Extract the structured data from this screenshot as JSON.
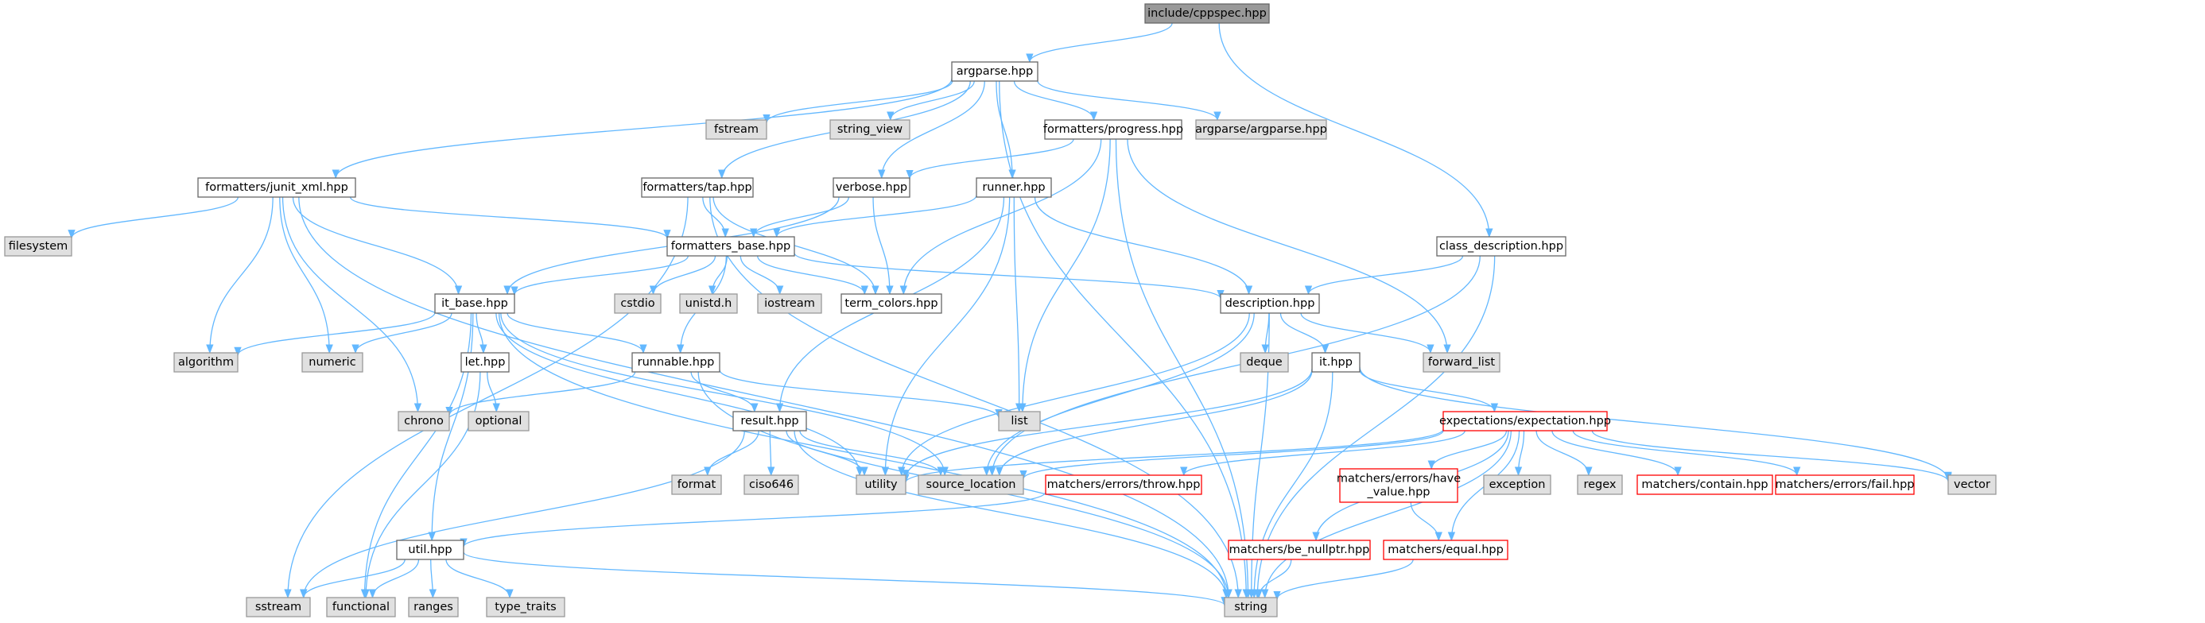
{
  "graph": {
    "edge_color": "#63b8ff",
    "nodes": {
      "root": {
        "label": "include/cppspec.hpp",
        "style": "dark"
      },
      "argparse": {
        "label": "argparse.hpp",
        "style": "white"
      },
      "fstream": {
        "label": "fstream",
        "style": "gray"
      },
      "string_view": {
        "label": "string_view",
        "style": "gray"
      },
      "fprogress": {
        "label": "formatters/progress.hpp",
        "style": "white"
      },
      "argparse_arg": {
        "label": "argparse/argparse.hpp",
        "style": "gray"
      },
      "junit": {
        "label": "formatters/junit_xml.hpp",
        "style": "white"
      },
      "tap": {
        "label": "formatters/tap.hpp",
        "style": "white"
      },
      "verbose": {
        "label": "verbose.hpp",
        "style": "white"
      },
      "runner": {
        "label": "runner.hpp",
        "style": "white"
      },
      "class_desc": {
        "label": "class_description.hpp",
        "style": "white"
      },
      "filesystem": {
        "label": "filesystem",
        "style": "gray"
      },
      "fbase": {
        "label": "formatters_base.hpp",
        "style": "white"
      },
      "description": {
        "label": "description.hpp",
        "style": "white"
      },
      "it_base": {
        "label": "it_base.hpp",
        "style": "white"
      },
      "cstdio": {
        "label": "cstdio",
        "style": "gray"
      },
      "unistd": {
        "label": "unistd.h",
        "style": "gray"
      },
      "iostream": {
        "label": "iostream",
        "style": "gray"
      },
      "term_colors": {
        "label": "term_colors.hpp",
        "style": "white"
      },
      "deque": {
        "label": "deque",
        "style": "gray"
      },
      "it": {
        "label": "it.hpp",
        "style": "white"
      },
      "forward_list": {
        "label": "forward_list",
        "style": "gray"
      },
      "algorithm": {
        "label": "algorithm",
        "style": "gray"
      },
      "numeric": {
        "label": "numeric",
        "style": "gray"
      },
      "let": {
        "label": "let.hpp",
        "style": "white"
      },
      "runnable": {
        "label": "runnable.hpp",
        "style": "white"
      },
      "chrono": {
        "label": "chrono",
        "style": "gray"
      },
      "optional": {
        "label": "optional",
        "style": "gray"
      },
      "list": {
        "label": "list",
        "style": "gray"
      },
      "result": {
        "label": "result.hpp",
        "style": "white"
      },
      "expectation": {
        "label": "expectations/expectation.hpp",
        "style": "red"
      },
      "format": {
        "label": "format",
        "style": "gray"
      },
      "ciso646": {
        "label": "ciso646",
        "style": "gray"
      },
      "utility": {
        "label": "utility",
        "style": "gray"
      },
      "source_location": {
        "label": "source_location",
        "style": "gray"
      },
      "throw": {
        "label": "matchers/errors/throw.hpp",
        "style": "red"
      },
      "have_value": {
        "label": [
          "matchers/errors/have",
          "_value.hpp"
        ],
        "style": "red"
      },
      "exception": {
        "label": "exception",
        "style": "gray"
      },
      "regex": {
        "label": "regex",
        "style": "gray"
      },
      "contain": {
        "label": "matchers/contain.hpp",
        "style": "red"
      },
      "fail": {
        "label": "matchers/errors/fail.hpp",
        "style": "red"
      },
      "vector": {
        "label": "vector",
        "style": "gray"
      },
      "util": {
        "label": "util.hpp",
        "style": "white"
      },
      "be_nullptr": {
        "label": "matchers/be_nullptr.hpp",
        "style": "red"
      },
      "equal": {
        "label": "matchers/equal.hpp",
        "style": "red"
      },
      "sstream": {
        "label": "sstream",
        "style": "gray"
      },
      "functional": {
        "label": "functional",
        "style": "gray"
      },
      "ranges": {
        "label": "ranges",
        "style": "gray"
      },
      "type_traits": {
        "label": "type_traits",
        "style": "gray"
      },
      "string": {
        "label": "string",
        "style": "gray"
      }
    },
    "edges": [
      [
        "root",
        "argparse"
      ],
      [
        "root",
        "class_desc"
      ],
      [
        "argparse",
        "fstream"
      ],
      [
        "argparse",
        "string_view"
      ],
      [
        "argparse",
        "fprogress"
      ],
      [
        "argparse",
        "argparse_arg"
      ],
      [
        "argparse",
        "junit"
      ],
      [
        "argparse",
        "tap"
      ],
      [
        "argparse",
        "verbose"
      ],
      [
        "argparse",
        "runner"
      ],
      [
        "argparse",
        "string"
      ],
      [
        "fprogress",
        "verbose"
      ],
      [
        "fprogress",
        "term_colors"
      ],
      [
        "fprogress",
        "list"
      ],
      [
        "fprogress",
        "forward_list"
      ],
      [
        "fprogress",
        "string"
      ],
      [
        "junit",
        "filesystem"
      ],
      [
        "junit",
        "fbase"
      ],
      [
        "junit",
        "it_base"
      ],
      [
        "junit",
        "chrono"
      ],
      [
        "junit",
        "algorithm"
      ],
      [
        "junit",
        "numeric"
      ],
      [
        "junit",
        "string"
      ],
      [
        "tap",
        "fbase"
      ],
      [
        "tap",
        "term_colors"
      ],
      [
        "tap",
        "sstream"
      ],
      [
        "tap",
        "string"
      ],
      [
        "verbose",
        "fbase"
      ],
      [
        "verbose",
        "term_colors"
      ],
      [
        "verbose",
        "it_base"
      ],
      [
        "runner",
        "fbase"
      ],
      [
        "runner",
        "description"
      ],
      [
        "runner",
        "list"
      ],
      [
        "runner",
        "result"
      ],
      [
        "runner",
        "utility"
      ],
      [
        "class_desc",
        "description"
      ],
      [
        "class_desc",
        "source_location"
      ],
      [
        "class_desc",
        "string"
      ],
      [
        "fbase",
        "cstdio"
      ],
      [
        "fbase",
        "unistd"
      ],
      [
        "fbase",
        "iostream"
      ],
      [
        "fbase",
        "term_colors"
      ],
      [
        "fbase",
        "description"
      ],
      [
        "fbase",
        "it_base"
      ],
      [
        "fbase",
        "runnable"
      ],
      [
        "description",
        "deque"
      ],
      [
        "description",
        "forward_list"
      ],
      [
        "description",
        "it"
      ],
      [
        "description",
        "utility"
      ],
      [
        "description",
        "source_location"
      ],
      [
        "description",
        "string"
      ],
      [
        "it",
        "expectation"
      ],
      [
        "it",
        "vector"
      ],
      [
        "it",
        "utility"
      ],
      [
        "it",
        "source_location"
      ],
      [
        "it",
        "string"
      ],
      [
        "it_base",
        "algorithm"
      ],
      [
        "it_base",
        "numeric"
      ],
      [
        "it_base",
        "let"
      ],
      [
        "it_base",
        "runnable"
      ],
      [
        "it_base",
        "functional"
      ],
      [
        "it_base",
        "util"
      ],
      [
        "it_base",
        "string"
      ],
      [
        "it_base",
        "utility"
      ],
      [
        "it_base",
        "source_location"
      ],
      [
        "let",
        "optional"
      ],
      [
        "let",
        "functional"
      ],
      [
        "runnable",
        "chrono"
      ],
      [
        "runnable",
        "list"
      ],
      [
        "runnable",
        "result"
      ],
      [
        "runnable",
        "string"
      ],
      [
        "result",
        "format"
      ],
      [
        "result",
        "ciso646"
      ],
      [
        "result",
        "utility"
      ],
      [
        "result",
        "source_location"
      ],
      [
        "result",
        "sstream"
      ],
      [
        "result",
        "string"
      ],
      [
        "expectation",
        "utility"
      ],
      [
        "expectation",
        "source_location"
      ],
      [
        "expectation",
        "throw"
      ],
      [
        "expectation",
        "have_value"
      ],
      [
        "expectation",
        "exception"
      ],
      [
        "expectation",
        "regex"
      ],
      [
        "expectation",
        "contain"
      ],
      [
        "expectation",
        "fail"
      ],
      [
        "expectation",
        "vector"
      ],
      [
        "expectation",
        "be_nullptr"
      ],
      [
        "expectation",
        "equal"
      ],
      [
        "expectation",
        "string"
      ],
      [
        "throw",
        "util"
      ],
      [
        "have_value",
        "equal"
      ],
      [
        "be_nullptr",
        "string"
      ],
      [
        "equal",
        "string"
      ],
      [
        "util",
        "sstream"
      ],
      [
        "util",
        "functional"
      ],
      [
        "util",
        "ranges"
      ],
      [
        "util",
        "type_traits"
      ],
      [
        "util",
        "string"
      ]
    ]
  }
}
